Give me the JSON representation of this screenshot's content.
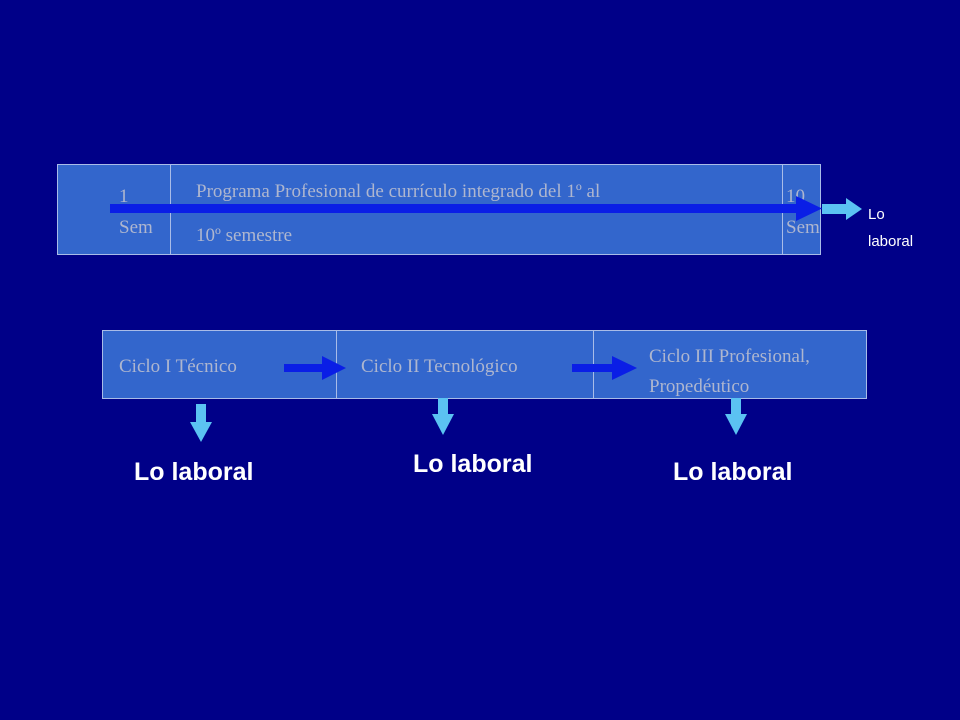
{
  "program": {
    "start_label_line1": "1",
    "start_label_line2": "Sem",
    "title_line1": "Programa Profesional de currículo integrado del 1º al",
    "title_line2": "10º semestre",
    "end_label_line1": "10",
    "end_label_line2": "Sem",
    "outcome_line1": "Lo",
    "outcome_line2": "laboral"
  },
  "cycles": [
    {
      "label_line1": "Ciclo I Técnico",
      "label_line2": "",
      "outcome": "Lo laboral"
    },
    {
      "label_line1": "Ciclo II Tecnológico",
      "label_line2": "",
      "outcome": "Lo laboral"
    },
    {
      "label_line1": "Ciclo III Profesional,",
      "label_line2": "Propedéutico",
      "outcome": "Lo laboral"
    }
  ],
  "colors": {
    "background": "#000088",
    "box_fill": "#3366cc",
    "box_text": "#aeb6cf",
    "main_arrow": "#0a1ee6",
    "light_arrow": "#5bc2f2",
    "outcome_text": "#ffffff"
  }
}
